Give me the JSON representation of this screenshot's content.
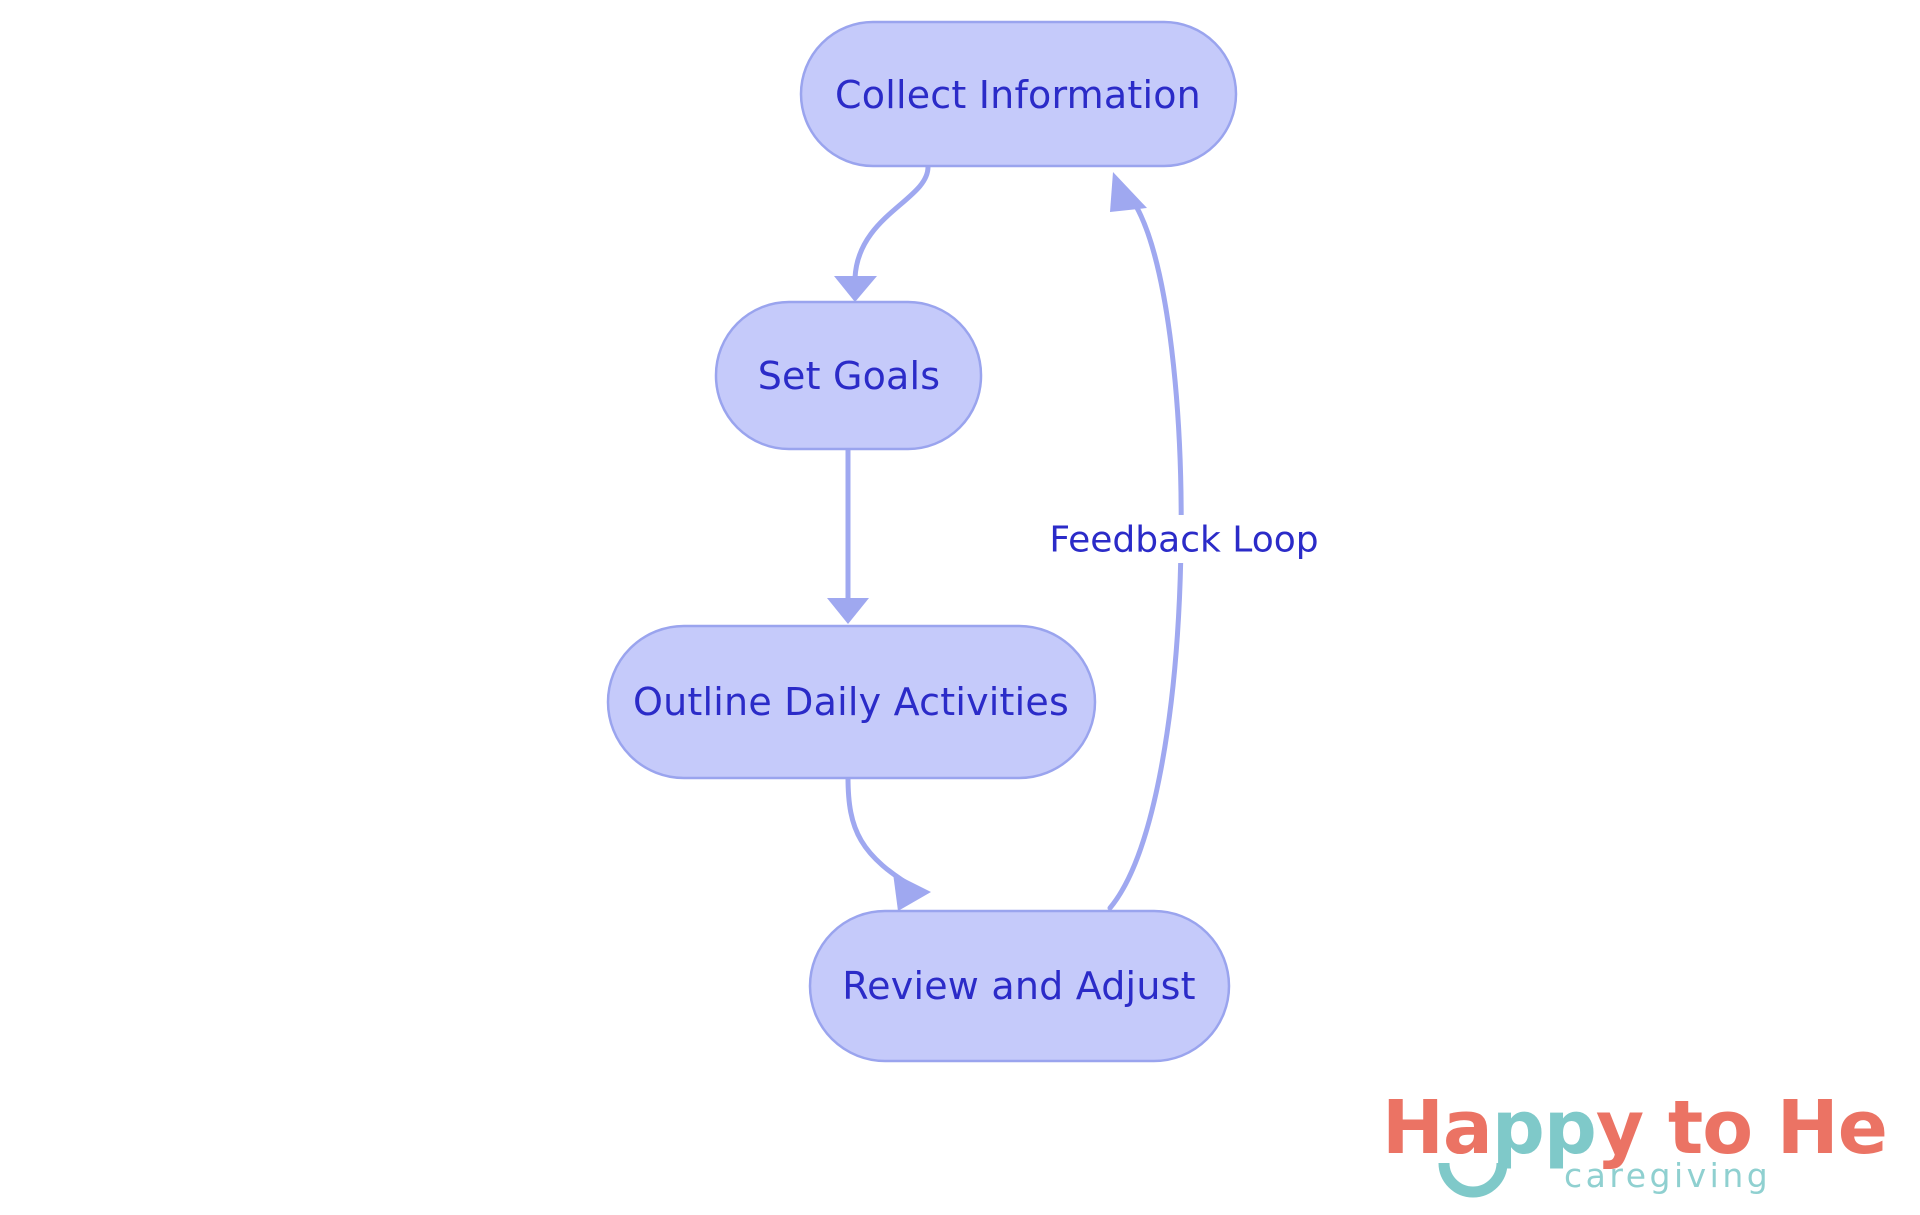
{
  "diagram": {
    "type": "flowchart",
    "orientation": "top-to-bottom",
    "background_color": "#FFFFFF",
    "node_fill_color": "#C5CAFA",
    "node_border_color": "#9AA4EE",
    "node_text_color": "#2B2BC8",
    "edge_color": "#9FA8F0",
    "nodes": [
      {
        "id": "collect",
        "label": "Collect Information"
      },
      {
        "id": "goals",
        "label": "Set Goals"
      },
      {
        "id": "outline",
        "label": "Outline Daily Activities"
      },
      {
        "id": "review",
        "label": "Review and Adjust"
      }
    ],
    "edges": [
      {
        "from": "collect",
        "to": "goals",
        "label": ""
      },
      {
        "from": "goals",
        "to": "outline",
        "label": ""
      },
      {
        "from": "outline",
        "to": "review",
        "label": ""
      },
      {
        "from": "review",
        "to": "collect",
        "label": "Feedback Loop"
      }
    ],
    "edge_labels": {
      "feedback": "Feedback Loop"
    }
  },
  "logo": {
    "line1_part1": "Ha",
    "line1_part2": "pp",
    "line1_part3": "y to Help",
    "line2": "caregiving",
    "coral_color": "#EB7364",
    "teal_color": "#7FC9C9"
  }
}
